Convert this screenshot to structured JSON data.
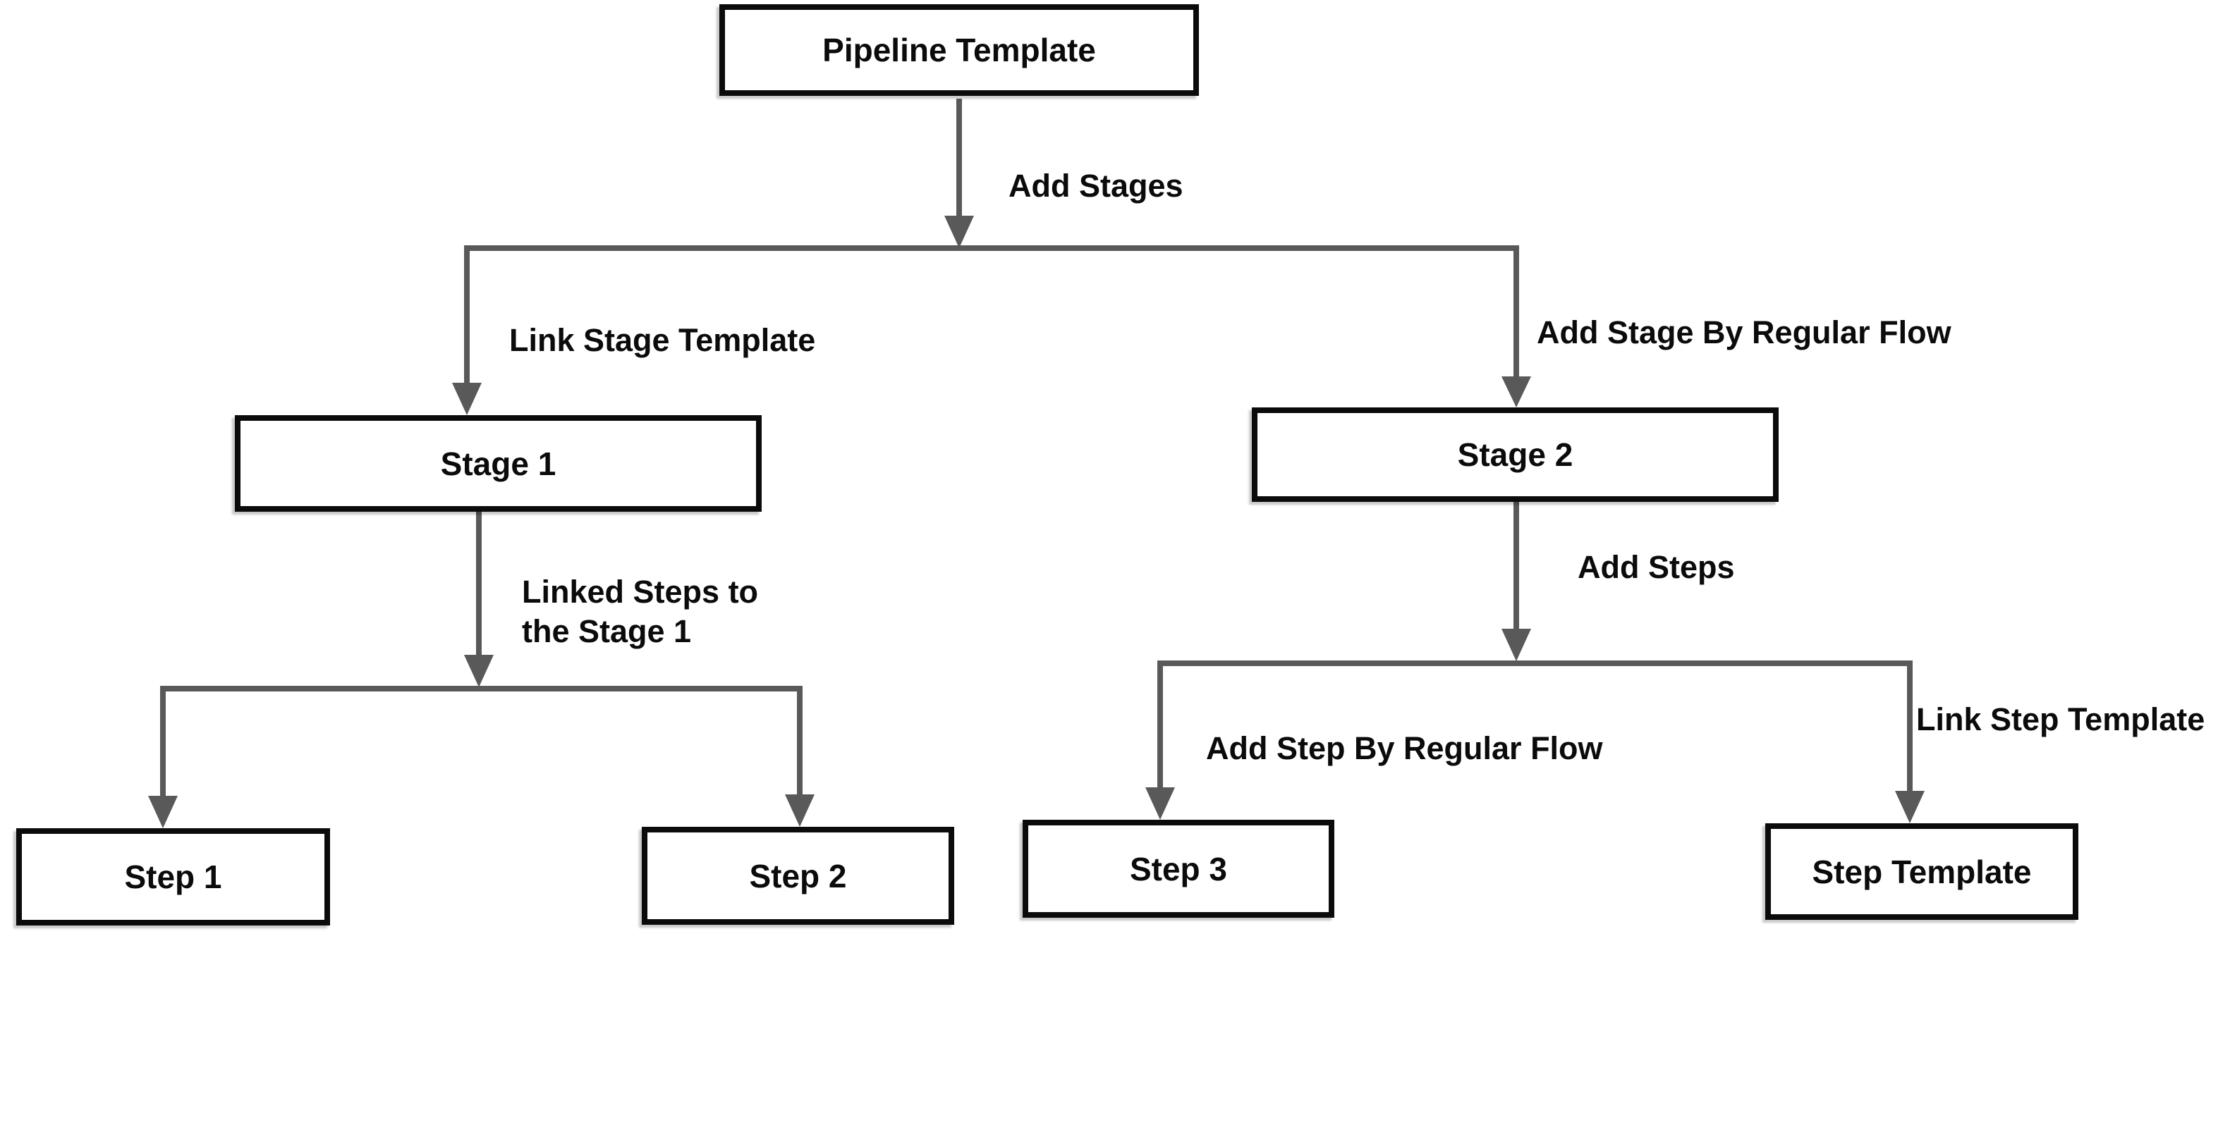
{
  "diagram": {
    "title": "Pipeline Template flowchart",
    "nodes": {
      "pipeline": {
        "label": "Pipeline Template"
      },
      "stage1": {
        "label": "Stage 1"
      },
      "stage2": {
        "label": "Stage 2"
      },
      "step1": {
        "label": "Step 1"
      },
      "step2": {
        "label": "Step 2"
      },
      "step3": {
        "label": "Step 3"
      },
      "step_template": {
        "label": "Step Template"
      }
    },
    "edge_labels": {
      "add_stages": "Add Stages",
      "link_stage_template": "Link Stage Template",
      "add_stage_by_regular_flow": "Add Stage By Regular Flow",
      "linked_steps_to_stage1": "Linked Steps to\nthe Stage 1",
      "add_steps": "Add Steps",
      "add_step_by_regular_flow": "Add Step By Regular Flow",
      "link_step_template": "Link Step Template"
    },
    "colors": {
      "background": "#ffffff",
      "connector": "#595959",
      "box_border": "#0b0b0b",
      "text": "#0b0b0b",
      "box_fill": "#ffffff"
    }
  }
}
